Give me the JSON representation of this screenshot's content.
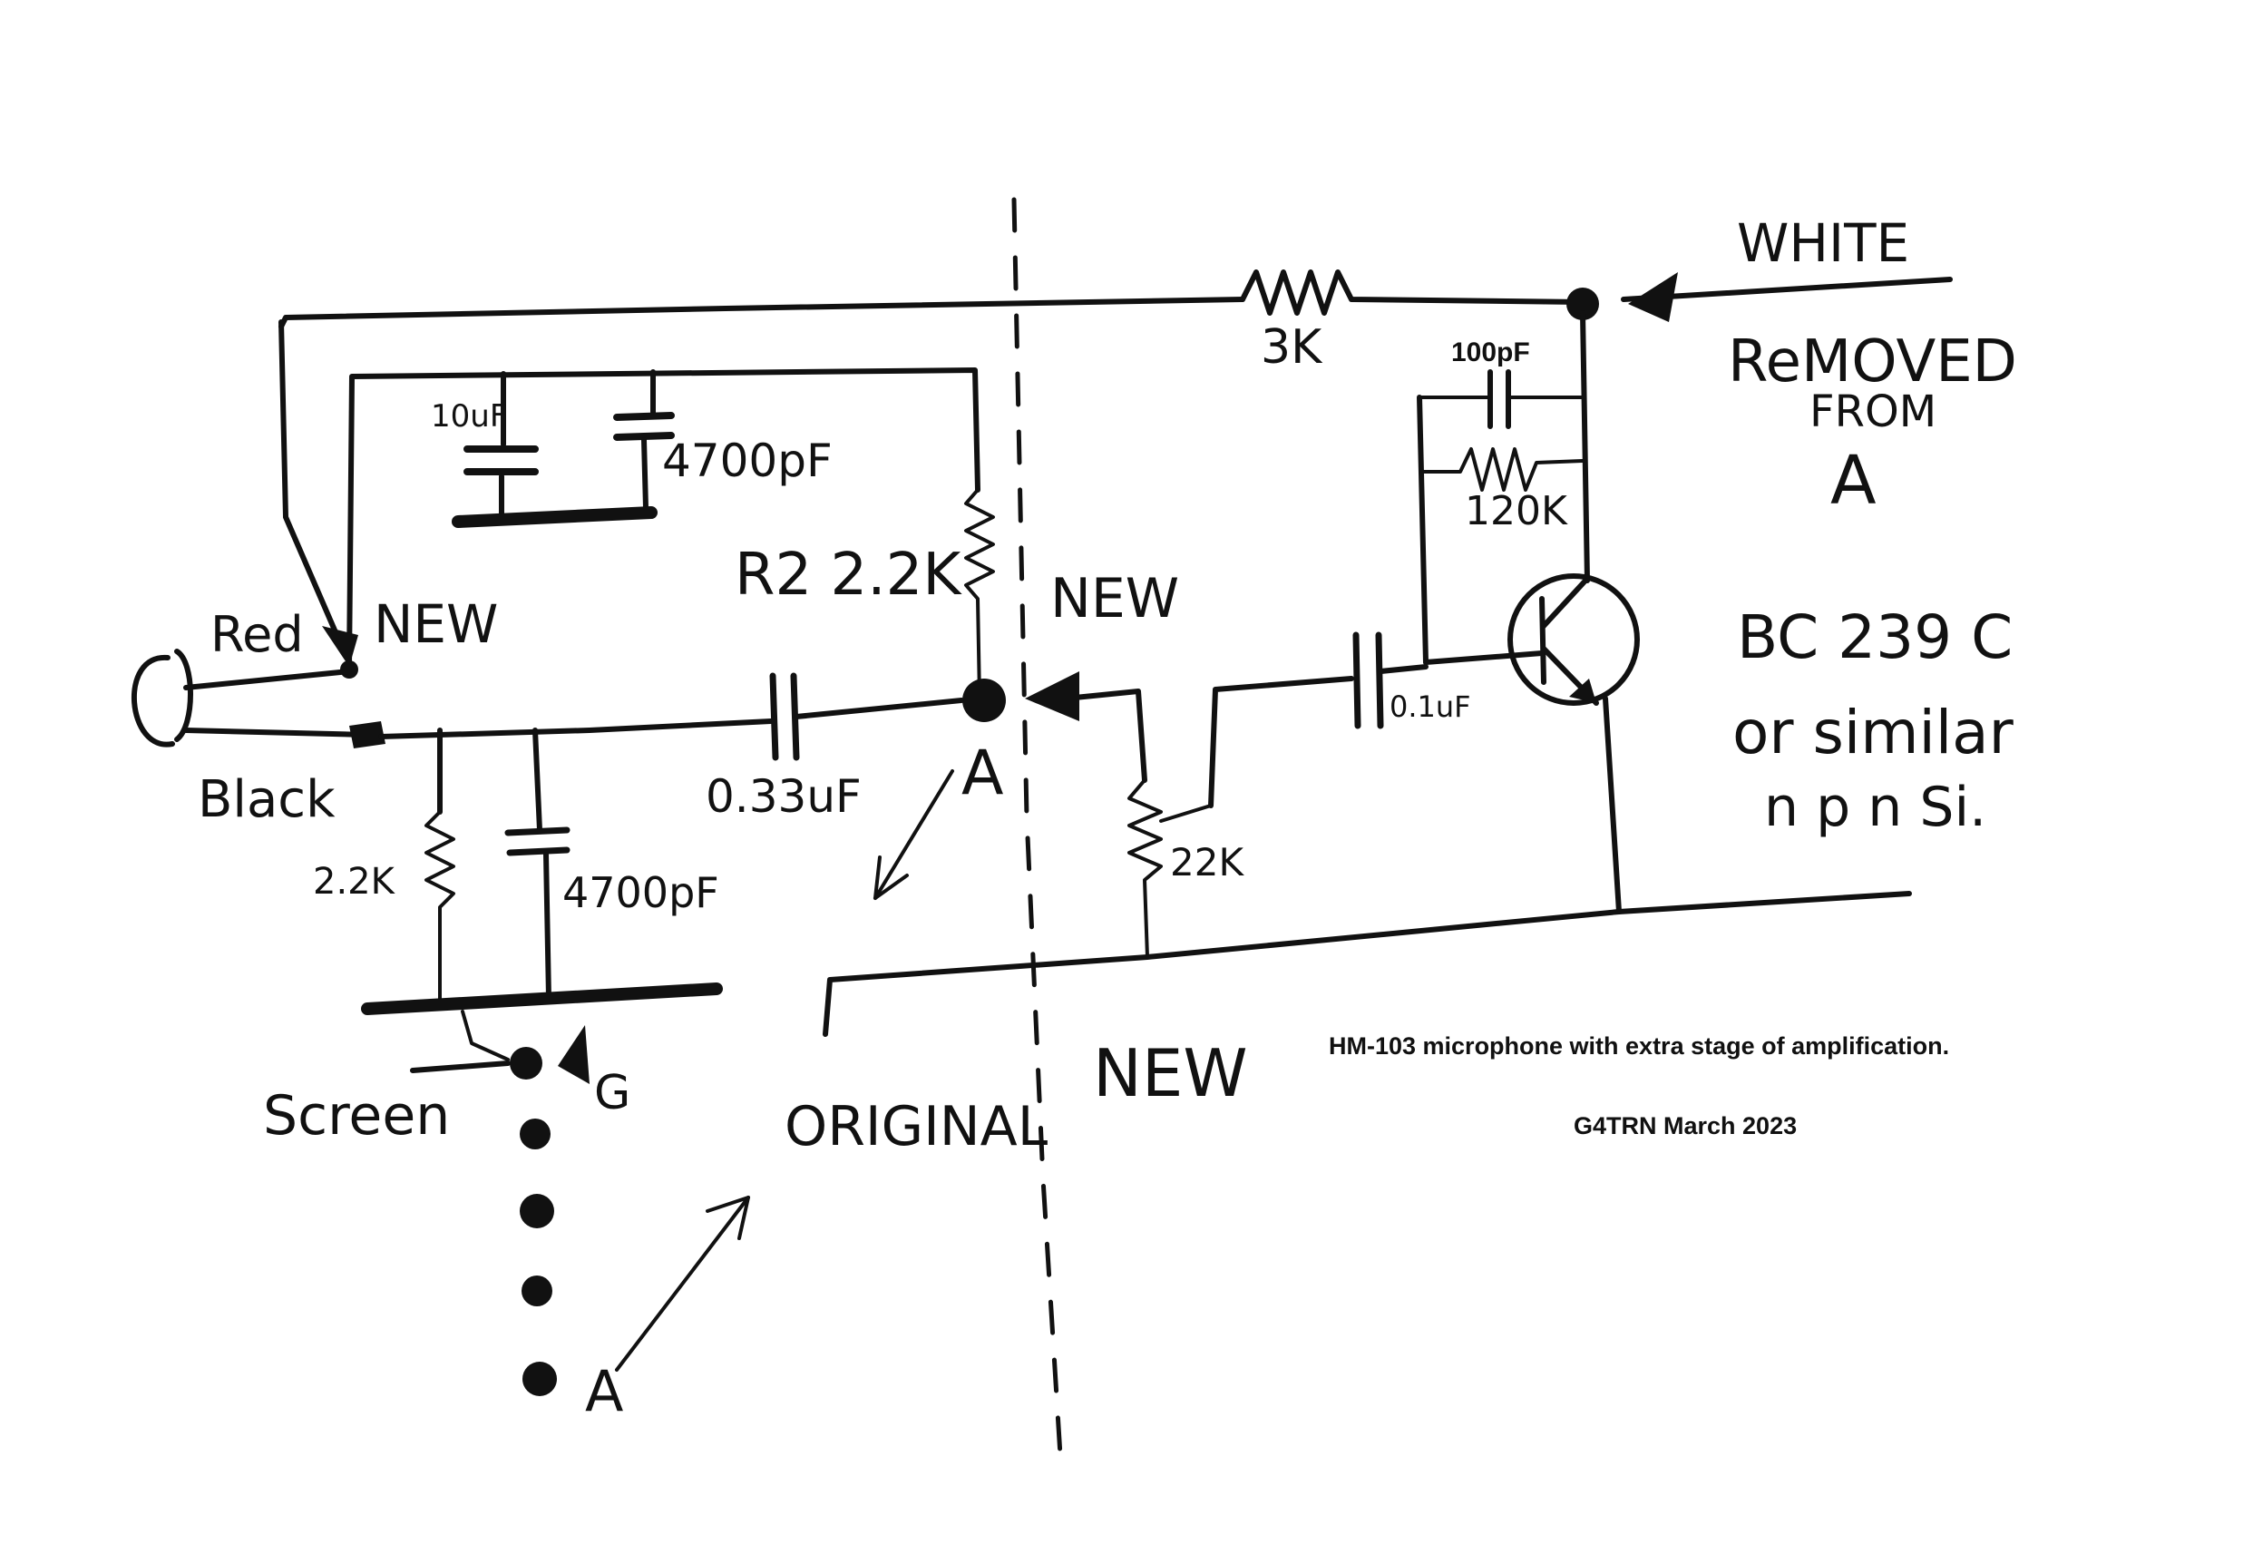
{
  "labels": {
    "white": "WHITE",
    "removed": "ReMOVED",
    "from": "FROM",
    "removed_node": "A",
    "r_3k": "3K",
    "c_100pf": "100pF",
    "r_120k": "120K",
    "c_10uf": "10uF",
    "c_4700pf_top": "4700pF",
    "r2": "R2 2.2K",
    "red": "Red",
    "new_left": "NEW",
    "new_mid": "NEW",
    "black": "Black",
    "c_033uf": "0.33uF",
    "node_a": "A",
    "r_22k_left": "2.2K",
    "c_4700pf_bottom": "4700pF",
    "r_22k_right": "22K",
    "c_01uf": "0.1uF",
    "transistor": "BC 239 C",
    "or_similar": "or similar",
    "npn": "n p n Si.",
    "screen": "Screen",
    "g": "G",
    "original": "ORIGINAL",
    "new_bottom": "NEW",
    "pin_a": "A"
  },
  "notes": {
    "caption": "HM-103 microphone with extra stage of amplification.",
    "credit": "G4TRN March 2023"
  }
}
